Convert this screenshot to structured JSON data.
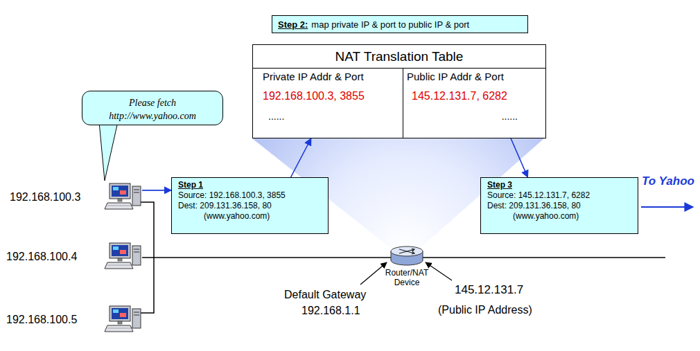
{
  "diagram": {
    "nodes": [
      {
        "text": [
          "Step 2:",
          "map private IP & port to public IP & port"
        ]
      },
      {
        "text": [
          "NAT Translation Table",
          "Private IP Addr & Port",
          "Public IP Addr & Port",
          "192.168.100.3, 3855",
          "145.12.131.7, 6282",
          "......",
          "......"
        ]
      },
      {
        "text": [
          "Please fetch http://www.yahoo.com"
        ]
      },
      {
        "text": [
          "192.168.100.3"
        ]
      },
      {
        "text": [
          "Step 1",
          "Source: 192.168.100.3, 3855",
          "Dest: 209.131.36.158, 80",
          "(www.yahoo.com)"
        ]
      },
      {
        "text": [
          "192.168.100.4"
        ]
      },
      {
        "text": [
          "192.168.100.5"
        ]
      },
      {
        "text": [
          "Router/NAT Device"
        ]
      },
      {
        "text": [
          "Step 3",
          "Source: 145.12.131.7, 6282",
          "Dest: 209.131.36.158, 80",
          "(www.yahoo.com)"
        ]
      }
    ],
    "edges": [
      {
        "from": 3,
        "to": 4,
        "arrow": "to"
      },
      {
        "from": 4,
        "to": 1,
        "arrow": "to"
      },
      {
        "from": 1,
        "to": 8,
        "arrow": "to"
      }
    ],
    "labels": [
      "Default Gateway",
      "192.168.1.1",
      "145.12.131.7",
      "(Public IP Address)",
      "To Yahoo"
    ]
  }
}
